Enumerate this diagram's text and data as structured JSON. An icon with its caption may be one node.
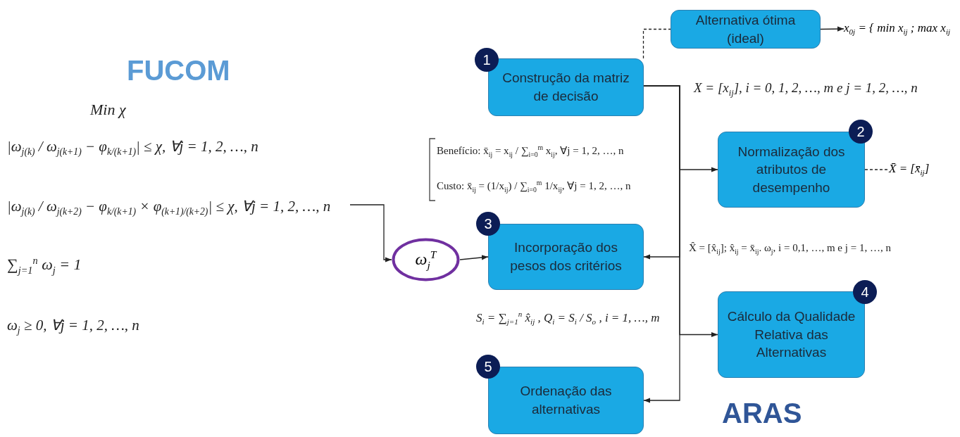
{
  "diagram": {
    "nodes": [
      {
        "text": [
          "Alternativa ótima (ideal)"
        ]
      },
      {
        "text": [
          "Construção da matriz de decisão"
        ],
        "beside": [
          "1"
        ]
      },
      {
        "text": [
          "Normalização dos atributos de desempenho"
        ],
        "beside": [
          "2"
        ]
      },
      {
        "text": [
          "Incorporação dos pesos dos critérios"
        ],
        "beside": [
          "3"
        ]
      },
      {
        "text": [
          "Cálculo da Qualidade Relativa das Alternativas"
        ],
        "beside": [
          "4"
        ]
      },
      {
        "text": [
          "Ordenação das alternativas"
        ],
        "beside": [
          "5"
        ]
      },
      {
        "text": [
          "ω$_{j}$$^{T}$"
        ]
      },
      {
        "text": [
          "x$_{0j}$ = { min x$_{ij}$ ; max x$_{ij}$"
        ]
      },
      {
        "text": [
          "X̄ = [x̄$_{ij}$]"
        ]
      }
    ],
    "edges": [
      {
        "from": 1,
        "to": 0,
        "arrow": "none",
        "style": "dashed"
      },
      {
        "from": 0,
        "to": 7,
        "arrow": "to"
      },
      {
        "from": 1,
        "to": 2,
        "arrow": "to"
      },
      {
        "from": 1,
        "to": 3,
        "arrow": "to"
      },
      {
        "from": 1,
        "to": 4,
        "arrow": "to"
      },
      {
        "from": 1,
        "to": 5,
        "arrow": "to"
      },
      {
        "from": 2,
        "to": 8,
        "arrow": "none",
        "style": "dashed"
      },
      {
        "from": null,
        "to": 6,
        "arrow": "to"
      },
      {
        "from": 6,
        "to": 3,
        "arrow": "to"
      }
    ],
    "labels": [
      "FUCOM",
      "Min χ",
      "|ω$_{j(k)}$ / ω$_{j(k+1)}$ − φ$_{k/(k+1)}$| ≤ χ, ∀j = 1, 2, …, n",
      "|ω$_{j(k)}$ / ω$_{j(k+2)}$ − φ$_{k/(k+1)}$ × φ$_{(k+1)/(k+2)}$| ≤ χ, ∀j = 1, 2, …, n",
      "∑$_{j=1}$$^{n}$ ω$_{j}$ = 1",
      "ω$_{j}$ ≥ 0, ∀j = 1, 2, …, n",
      "X = [x$_{ij}$], i = 0, 1, 2, …, m e j = 1, 2, …, n",
      "Benefício: x̄$_{ij}$ = x$_{ij}$ / ∑$_{i=0}$$^{m}$ x$_{ij}$, ∀j = 1, 2, …, n",
      "Custo: x̄$_{ij}$ = (1/x$_{ij}$) / ∑$_{i=0}$$^{m}$ 1/x$_{ij}$, ∀j = 1, 2, …, n",
      "X̂ = [x̂$_{ij}$]; x̂$_{ij}$ = x̄$_{ij}$. ω$_{j}$, i = 0,1, …, m e j = 1, …, n",
      "S$_{i}$ = ∑$_{j=1}$$^{n}$ x̂$_{ij}$ , Q$_{i}$ = S$_{i}$ / S$_{o}$ , i = 1, …, m",
      "ARAS"
    ]
  }
}
